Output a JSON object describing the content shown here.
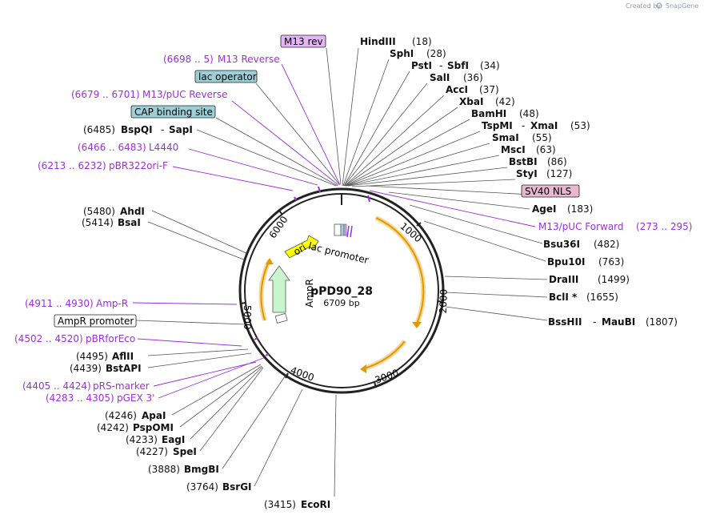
{
  "credit": {
    "text": "Created by",
    "brand": "SnapGene"
  },
  "plasmid": {
    "name": "pPD90_28",
    "length_label": "6709 bp"
  },
  "backbone_ticks": [
    "1000",
    "2000",
    "3000",
    "4000",
    "5000",
    "6000"
  ],
  "features": {
    "ori": "ori",
    "lac_promoter": "lac promoter",
    "ampr": "AmpR"
  },
  "boxed_labels": {
    "m13_rev": "M13 rev",
    "lac_operator": "lac operator",
    "cap_site": "CAP binding site",
    "sv40_nls": "SV40 NLS",
    "ampr_promoter": "AmpR promoter"
  },
  "enzymes_right": [
    {
      "name": "HindIII",
      "pos": "(18)"
    },
    {
      "name": "SphI",
      "pos": "(28)"
    },
    {
      "name": "PstI",
      "name2": "SbfI",
      "pos": "(34)"
    },
    {
      "name": "SalI",
      "pos": "(36)"
    },
    {
      "name": "AccI",
      "pos": "(37)"
    },
    {
      "name": "XbaI",
      "pos": "(42)"
    },
    {
      "name": "BamHI",
      "pos": "(48)"
    },
    {
      "name": "TspMI",
      "name2": "XmaI",
      "pos": "(53)"
    },
    {
      "name": "SmaI",
      "pos": "(55)"
    },
    {
      "name": "MscI",
      "pos": "(63)"
    },
    {
      "name": "BstBI",
      "pos": "(86)"
    },
    {
      "name": "StyI",
      "pos": "(127)"
    },
    {
      "name": "AgeI",
      "pos": "(183)"
    },
    {
      "name": "Bsu36I",
      "pos": "(482)"
    },
    {
      "name": "Bpu10I",
      "pos": "(763)"
    },
    {
      "name": "DraIII",
      "pos": "(1499)"
    },
    {
      "name": "BclI *",
      "pos": "(1655)"
    },
    {
      "name": "BssHII",
      "name2": "MauBI",
      "pos": "(1807)"
    }
  ],
  "enzymes_left": [
    {
      "name": "BspQI",
      "name2": "SapI",
      "pos": "(6485)"
    },
    {
      "name": "AhdI",
      "pos": "(5480)"
    },
    {
      "name": "BsaI",
      "pos": "(5414)"
    },
    {
      "name": "AflII",
      "pos": "(4495)"
    },
    {
      "name": "BstAPI",
      "pos": "(4439)"
    },
    {
      "name": "ApaI",
      "pos": "(4246)"
    },
    {
      "name": "PspOMI",
      "pos": "(4242)"
    },
    {
      "name": "EagI",
      "pos": "(4233)"
    },
    {
      "name": "SpeI",
      "pos": "(4227)"
    },
    {
      "name": "BmgBI",
      "pos": "(3888)"
    },
    {
      "name": "BsrGI",
      "pos": "(3764)"
    },
    {
      "name": "EcoRI",
      "pos": "(3415)"
    }
  ],
  "primers": [
    {
      "name": "M13 Reverse",
      "range": "(6698 .. 5)"
    },
    {
      "name": "M13/pUC Reverse",
      "range": "(6679 .. 6701)"
    },
    {
      "name": "L4440",
      "range": "(6466 .. 6483)"
    },
    {
      "name": "pBR322ori-F",
      "range": "(6213 .. 6232)"
    },
    {
      "name": "M13/pUC Forward",
      "range": "(273 .. 295)"
    },
    {
      "name": "Amp-R",
      "range": "(4911 .. 4930)"
    },
    {
      "name": "pBRforEco",
      "range": "(4502 .. 4520)"
    },
    {
      "name": "pRS-marker",
      "range": "(4405 .. 4424)"
    },
    {
      "name": "pGEX 3'",
      "range": "(4283 .. 4305)"
    }
  ],
  "colors": {
    "primer": "#9b30d9",
    "m13_box": "#e3b5f5",
    "operator_box": "#9ecfd6",
    "sv40_box": "#e8b7d0",
    "orf": "#f2b43a",
    "ori": "#ffff00",
    "ampr": "#c8f5cc"
  }
}
